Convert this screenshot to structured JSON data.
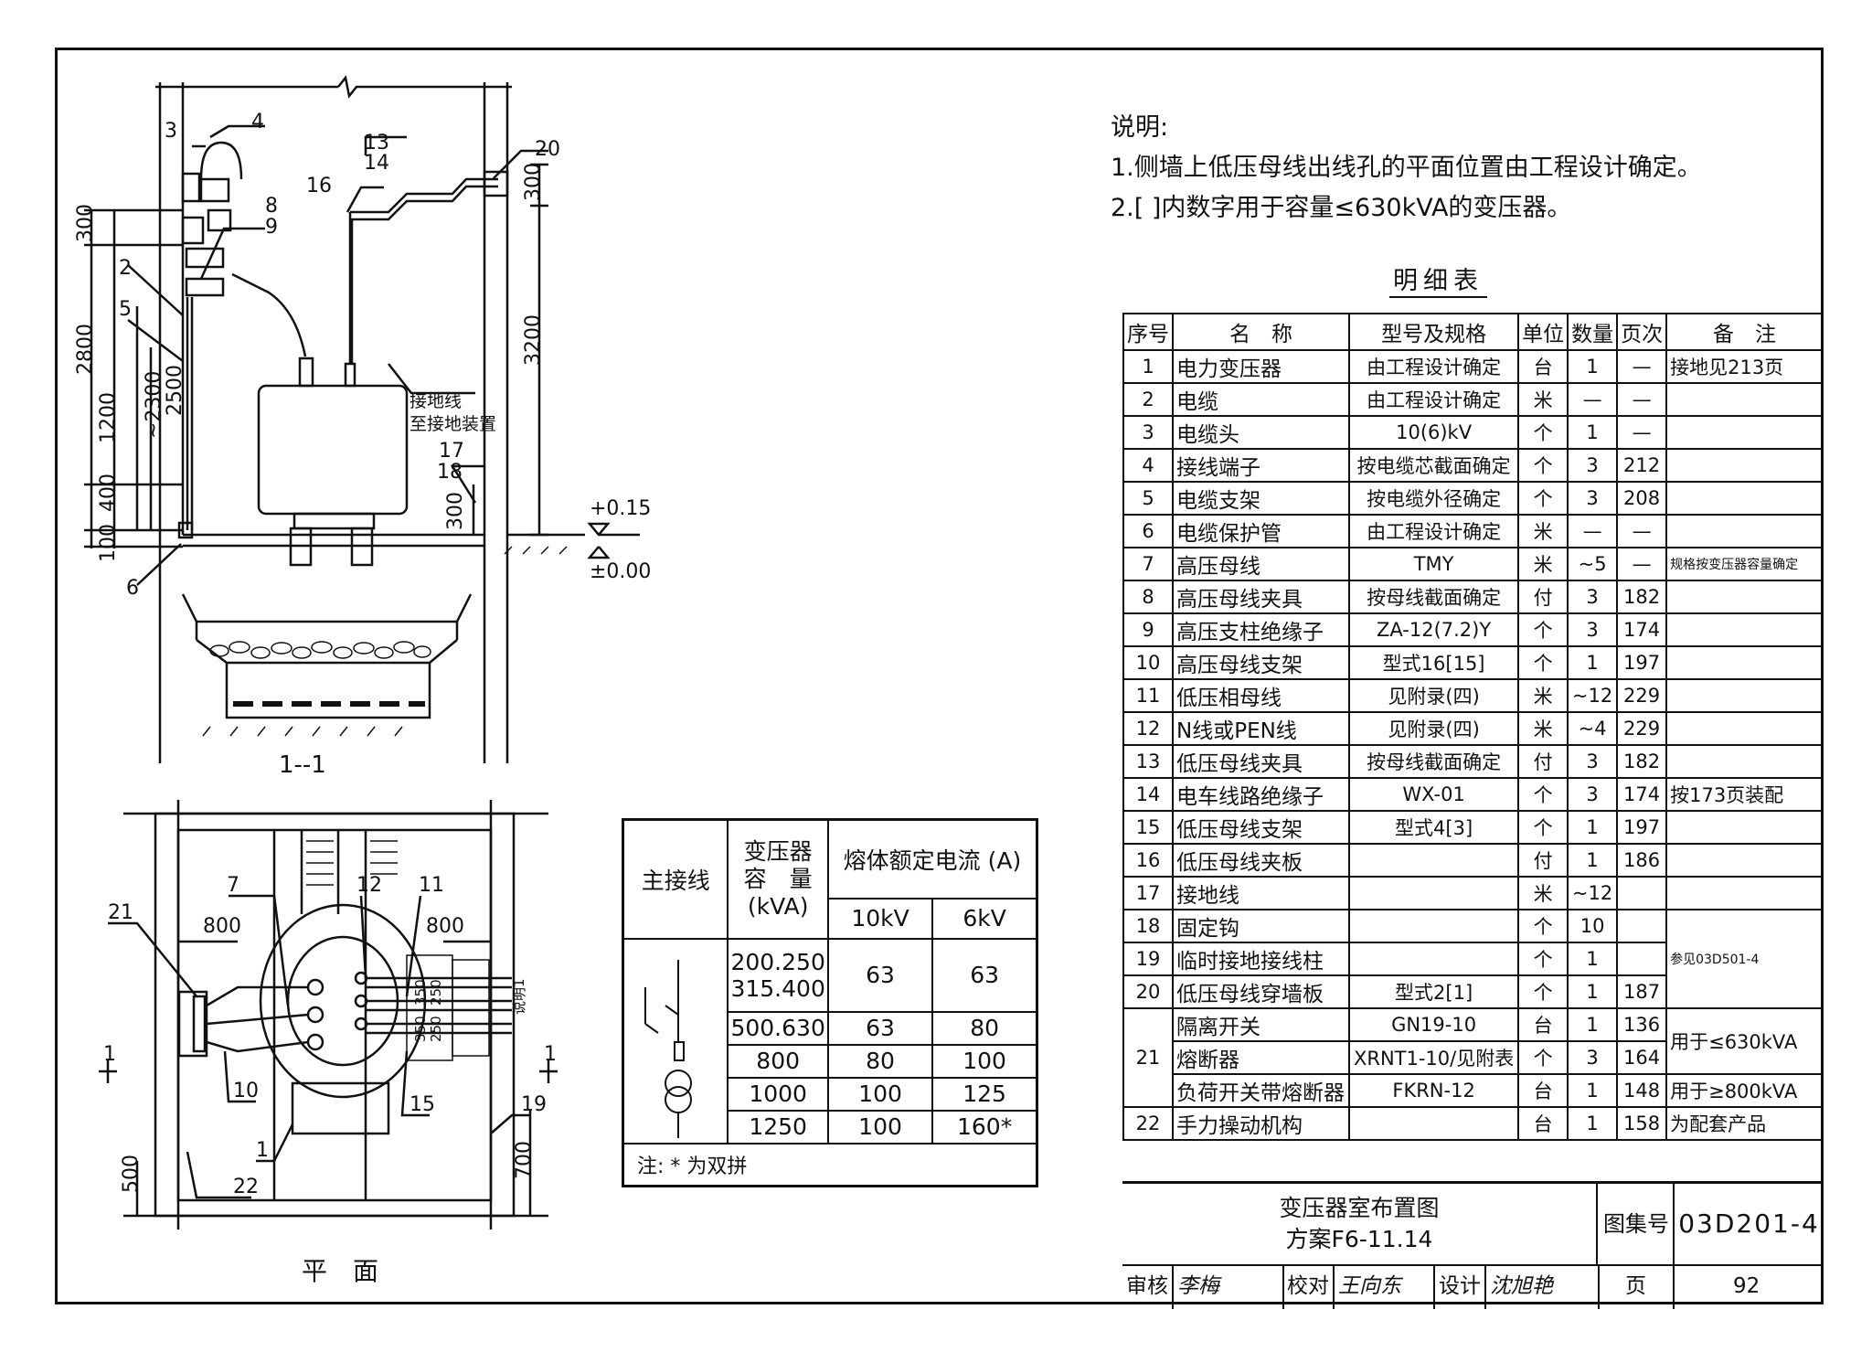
{
  "notes": {
    "heading": "说明:",
    "items": [
      "1.侧墙上低压母线出线孔的平面位置由工程设计确定。",
      "2.[ ]内数字用于容量≤630kVA的变压器。"
    ]
  },
  "bom": {
    "caption": "明细表",
    "headers": [
      "序号",
      "名　称",
      "型号及规格",
      "单位",
      "数量",
      "页次",
      "备　注"
    ],
    "rows": [
      [
        "1",
        "电力变压器",
        "由工程设计确定",
        "台",
        "1",
        "—",
        "接地见213页"
      ],
      [
        "2",
        "电缆",
        "由工程设计确定",
        "米",
        "—",
        "—",
        ""
      ],
      [
        "3",
        "电缆头",
        "10(6)kV",
        "个",
        "1",
        "—",
        ""
      ],
      [
        "4",
        "接线端子",
        "按电缆芯截面确定",
        "个",
        "3",
        "212",
        ""
      ],
      [
        "5",
        "电缆支架",
        "按电缆外径确定",
        "个",
        "3",
        "208",
        ""
      ],
      [
        "6",
        "电缆保护管",
        "由工程设计确定",
        "米",
        "—",
        "—",
        ""
      ],
      [
        "7",
        "高压母线",
        "TMY",
        "米",
        "~5",
        "—",
        "规格按变压器容量确定"
      ],
      [
        "8",
        "高压母线夹具",
        "按母线截面确定",
        "付",
        "3",
        "182",
        ""
      ],
      [
        "9",
        "高压支柱绝缘子",
        "ZA-12(7.2)Y",
        "个",
        "3",
        "174",
        ""
      ],
      [
        "10",
        "高压母线支架",
        "型式16[15]",
        "个",
        "1",
        "197",
        ""
      ],
      [
        "11",
        "低压相母线",
        "见附录(四)",
        "米",
        "~12",
        "229",
        ""
      ],
      [
        "12",
        "N线或PEN线",
        "见附录(四)",
        "米",
        "~4",
        "229",
        ""
      ],
      [
        "13",
        "低压母线夹具",
        "按母线截面确定",
        "付",
        "3",
        "182",
        ""
      ],
      [
        "14",
        "电车线路绝缘子",
        "WX-01",
        "个",
        "3",
        "174",
        "按173页装配"
      ],
      [
        "15",
        "低压母线支架",
        "型式4[3]",
        "个",
        "1",
        "197",
        ""
      ],
      [
        "16",
        "低压母线夹板",
        "",
        "付",
        "1",
        "186",
        ""
      ],
      [
        "17",
        "接地线",
        "",
        "米",
        "~12",
        "",
        ""
      ],
      [
        "18",
        "固定钩",
        "",
        "个",
        "10",
        "",
        "参见03D501-4"
      ],
      [
        "19",
        "临时接地接线柱",
        "",
        "个",
        "1",
        "",
        ""
      ],
      [
        "20",
        "低压母线穿墙板",
        "型式2[1]",
        "个",
        "1",
        "187",
        ""
      ],
      [
        "21",
        "隔离开关",
        "GN19-10",
        "台",
        "1",
        "136",
        "用于≤630kVA"
      ],
      [
        "",
        "熔断器",
        "XRNT1-10/见附表",
        "个",
        "3",
        "164",
        ""
      ],
      [
        "",
        "负荷开关带熔断器",
        "FKRN-12",
        "台",
        "1",
        "148",
        "用于≥800kVA"
      ],
      [
        "22",
        "手力操动机构",
        "",
        "台",
        "1",
        "158",
        "为配套产品"
      ]
    ]
  },
  "title_block": {
    "drawing_title": "变压器室布置图",
    "scheme": "方案F6-11.14",
    "atlas_label": "图集号",
    "atlas_no": "03D201-4",
    "review_label": "审核",
    "check_label": "校对",
    "design_label": "设计",
    "page_label": "页",
    "page_no": "92",
    "reviewer_sig": "李梅",
    "checker_sig": "王向东",
    "designer_sig": "沈旭艳"
  },
  "fuse_table": {
    "h_main": "主接线",
    "h_capacity": [
      "变压器",
      "容　量",
      "(kVA)"
    ],
    "h_current": "熔体额定电流 (A)",
    "h_10kv": "10kV",
    "h_6kv": "6kV",
    "rows": [
      [
        "200.250\n315.400",
        "63",
        "63"
      ],
      [
        "500.630",
        "63",
        "80"
      ],
      [
        "800",
        "80",
        "100"
      ],
      [
        "1000",
        "100",
        "125"
      ],
      [
        "1250",
        "100",
        "160*"
      ]
    ],
    "note": "注: * 为双拼"
  },
  "section": {
    "title": "1--1",
    "dims_left": [
      "300",
      "2800",
      "1200",
      "400",
      "100",
      "~2300",
      "2500"
    ],
    "dims_right": [
      "300",
      "3200"
    ],
    "dim_300_inner": "300",
    "levels": [
      "+0.15",
      "±0.00"
    ],
    "ground_label": [
      "接地线",
      "至接地装置"
    ],
    "callouts": [
      "3",
      "4",
      "2",
      "5",
      "6",
      "8",
      "9",
      "16",
      "13",
      "14",
      "20",
      "17",
      "18"
    ]
  },
  "plan": {
    "title": "平　面",
    "dims": [
      "800",
      "800",
      "500",
      "700",
      "350",
      "250",
      "350",
      "250"
    ],
    "side_note": "说明1",
    "callouts": [
      "21",
      "7",
      "12",
      "11",
      "10",
      "15",
      "19",
      "1",
      "22"
    ],
    "section_marks": [
      "1",
      "1"
    ]
  }
}
